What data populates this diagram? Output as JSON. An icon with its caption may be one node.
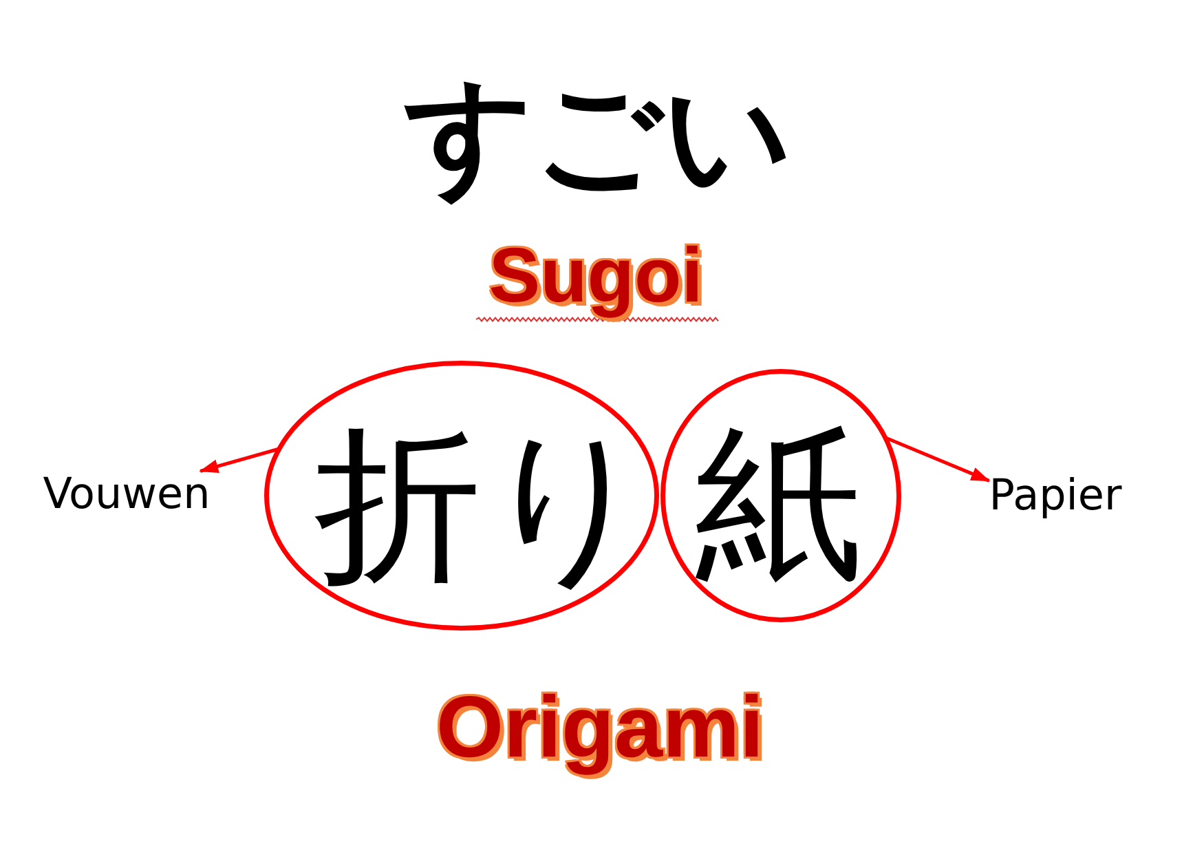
{
  "diagram": {
    "title": "すごい",
    "nodes": [
      {
        "text": [
          "Vouwen"
        ]
      },
      {
        "text": [
          "折り"
        ]
      },
      {
        "text": [
          "紙"
        ]
      },
      {
        "text": [
          "Papier"
        ]
      }
    ],
    "edges": [
      {
        "from": 1,
        "to": 0,
        "arrow": "to"
      },
      {
        "from": 2,
        "to": 3,
        "arrow": "to"
      }
    ],
    "labels": [
      "Sugoi",
      "Origami"
    ]
  }
}
